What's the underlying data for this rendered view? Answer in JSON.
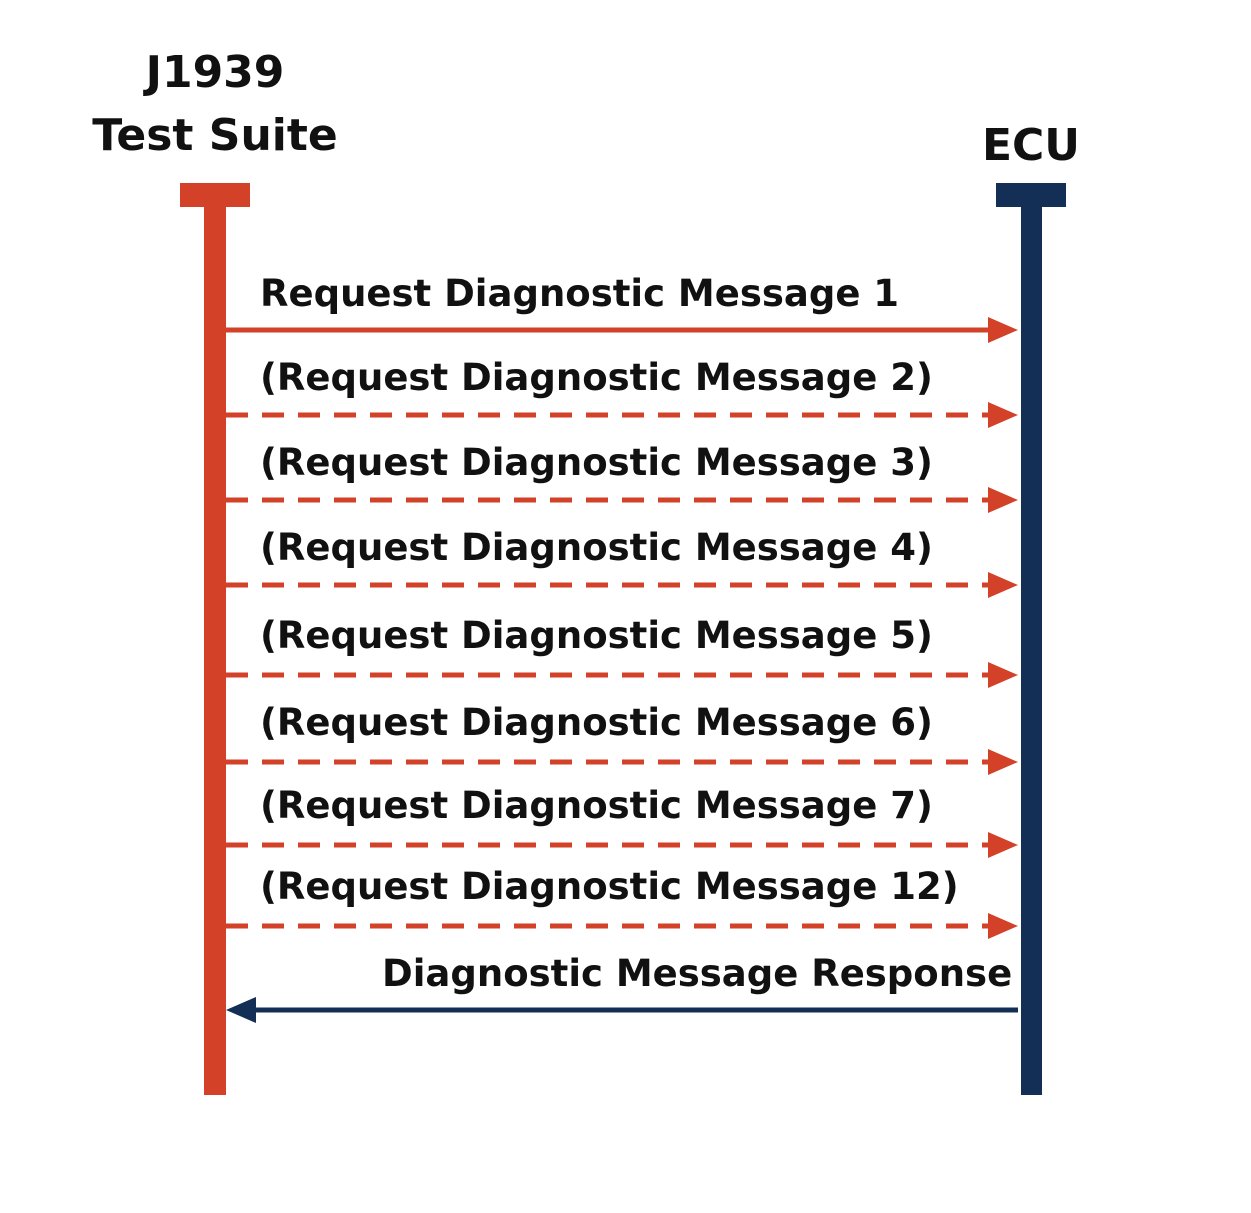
{
  "participants": {
    "left": {
      "title_line1": "J1939",
      "title_line2": "Test Suite",
      "color": "#d24128"
    },
    "right": {
      "title": "ECU",
      "color": "#132f55"
    }
  },
  "messages": [
    {
      "label": "Request Diagnostic Message 1",
      "direction": "to-ecu",
      "style": "solid"
    },
    {
      "label": "(Request Diagnostic Message 2)",
      "direction": "to-ecu",
      "style": "dashed"
    },
    {
      "label": "(Request Diagnostic Message 3)",
      "direction": "to-ecu",
      "style": "dashed"
    },
    {
      "label": "(Request Diagnostic Message 4)",
      "direction": "to-ecu",
      "style": "dashed"
    },
    {
      "label": "(Request Diagnostic Message 5)",
      "direction": "to-ecu",
      "style": "dashed"
    },
    {
      "label": "(Request Diagnostic Message 6)",
      "direction": "to-ecu",
      "style": "dashed"
    },
    {
      "label": "(Request Diagnostic Message 7)",
      "direction": "to-ecu",
      "style": "dashed"
    },
    {
      "label": "(Request Diagnostic Message 12)",
      "direction": "to-ecu",
      "style": "dashed"
    },
    {
      "label": "Diagnostic Message Response",
      "direction": "to-test-suite",
      "style": "solid"
    }
  ]
}
